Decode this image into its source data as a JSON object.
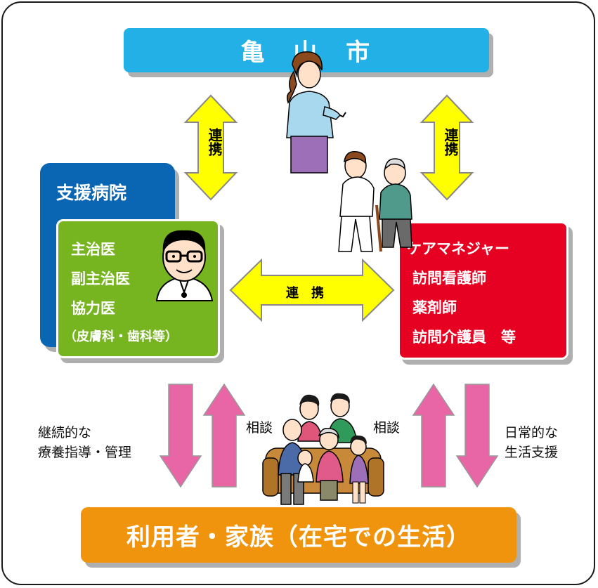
{
  "city": {
    "label": "亀　山　市"
  },
  "hospital": {
    "title": "支援病院"
  },
  "doctors": {
    "lines": [
      "主治医",
      "副主治医",
      "協力医",
      "（皮膚科・歯科等）"
    ]
  },
  "care": {
    "lines": [
      "ケアマネジャー",
      "訪問看護師",
      "薬剤師",
      "訪問介護員　等"
    ]
  },
  "users": {
    "label": "利用者・家族（在宅での生活）"
  },
  "arrows": {
    "left_link": "連携",
    "right_link": "連携",
    "center_link": "連　携",
    "consult_left": "相談",
    "consult_right": "相談"
  },
  "side_notes": {
    "left": [
      "継続的な",
      "療養指導・管理"
    ],
    "right": [
      "日常的な",
      "生活支援"
    ]
  },
  "colors": {
    "city": "#22b0e6",
    "hospital": "#0a65b3",
    "doctors": "#76b51f",
    "care": "#e60021",
    "users": "#f0940d",
    "link_arrow": "#ffff00",
    "consult_arrow": "#e966a6"
  }
}
